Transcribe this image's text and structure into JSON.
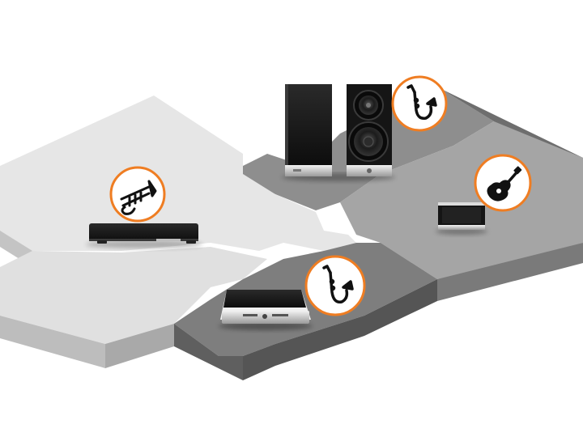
{
  "scene": {
    "background": "#ffffff",
    "accent": "#ef7d22",
    "tiles": [
      {
        "name": "tile-light-left",
        "tone": "#e4e4e4"
      },
      {
        "name": "tile-light-bottom",
        "tone": "#e0e0e0"
      },
      {
        "name": "tile-dark-top",
        "tone": "#8f8f8f"
      },
      {
        "name": "tile-mid-right",
        "tone": "#a4a4a4"
      },
      {
        "name": "tile-dark-bottom",
        "tone": "#7d7d7d"
      }
    ],
    "devices": [
      {
        "name": "soundbar",
        "icon": "trumpet-icon"
      },
      {
        "name": "bookshelf-speaker-pair",
        "icon": "saxophone-icon"
      },
      {
        "name": "portable-speaker",
        "icon": "guitar-icon"
      },
      {
        "name": "wireless-speaker",
        "icon": "saxophone-icon"
      }
    ]
  }
}
